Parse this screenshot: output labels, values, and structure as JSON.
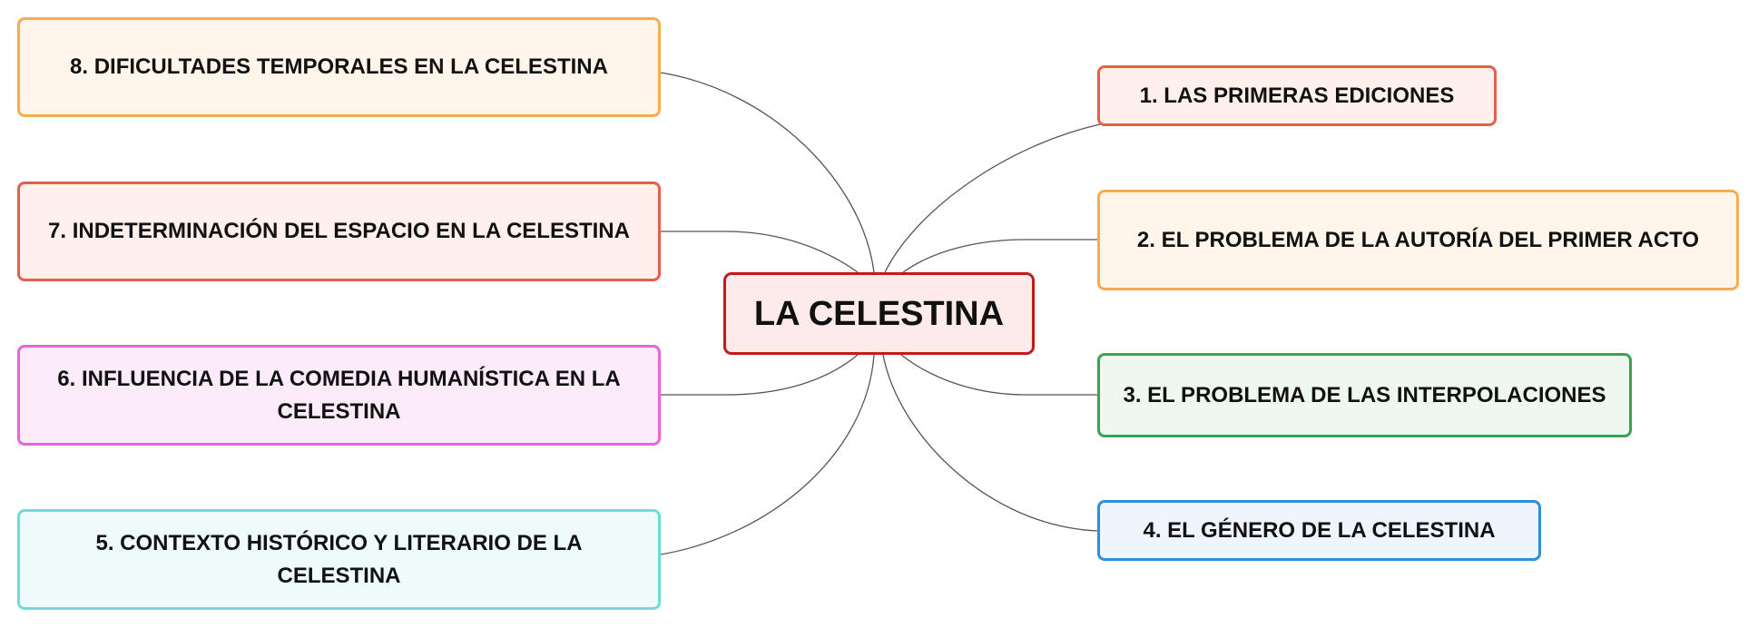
{
  "center": {
    "label": "LA CELESTINA",
    "border": "#c21b1b",
    "fill": "#fdeaea"
  },
  "topics": [
    {
      "id": "n1",
      "label": "1. LAS PRIMERAS EDICIONES",
      "border": "#e4604a",
      "fill": "#fff0ec"
    },
    {
      "id": "n2",
      "label": "2. EL PROBLEMA DE LA AUTORÍA DEL PRIMER ACTO",
      "border": "#f5ac55",
      "fill": "#fff5ea"
    },
    {
      "id": "n3",
      "label": "3. EL PROBLEMA DE LAS INTERPOLACIONES",
      "border": "#3da154",
      "fill": "#eef8f0"
    },
    {
      "id": "n4",
      "label": "4. EL GÉNERO DE LA CELESTINA",
      "border": "#2f8ed6",
      "fill": "#eef5fd"
    },
    {
      "id": "n5",
      "label": "5. CONTEXTO HISTÓRICO Y LITERARIO DE LA CELESTINA",
      "border": "#6fdbdb",
      "fill": "#effbfb"
    },
    {
      "id": "n6",
      "label": "6. INFLUENCIA DE LA COMEDIA HUMANÍSTICA EN LA CELESTINA",
      "border": "#e866d3",
      "fill": "#fcebf9"
    },
    {
      "id": "n7",
      "label": "7. INDETERMINACIÓN DEL ESPACIO EN LA CELESTINA",
      "border": "#e4604a",
      "fill": "#fff0ec"
    },
    {
      "id": "n8",
      "label": "8. DIFICULTADES TEMPORALES EN LA CELESTINA",
      "border": "#f5ac55",
      "fill": "#fff5ea"
    }
  ],
  "line_color": "#555555"
}
